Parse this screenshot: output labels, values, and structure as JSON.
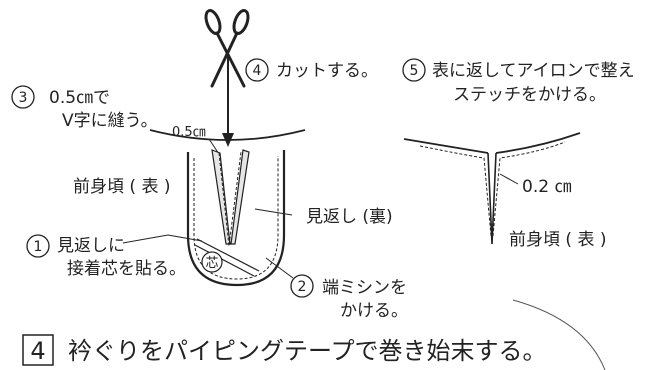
{
  "steps": {
    "s3": {
      "num": "3",
      "line1": "0.5㎝で",
      "line2": "V字に縫う。"
    },
    "s4": {
      "num": "4",
      "text": "カットする。"
    },
    "s5": {
      "num": "5",
      "line1": "表に返してアイロンで整え",
      "line2": "ステッチをかける。"
    },
    "s1": {
      "num": "1",
      "line1": "見返しに",
      "line2": "接着芯を貼る。"
    },
    "s2": {
      "num": "2",
      "line1": "端ミシンを",
      "line2": "かける。"
    }
  },
  "labels": {
    "seam_width": "0.5㎝",
    "front_left": "前身頃 ( 表 )",
    "facing": "見返し (裏)",
    "interfacing_mark": "芯",
    "stitch_width": "0.2 ㎝",
    "front_right": "前身頃 ( 表 )"
  },
  "footer": {
    "number": "4",
    "title": "衿ぐりをパイピングテープで巻き始末する。"
  }
}
